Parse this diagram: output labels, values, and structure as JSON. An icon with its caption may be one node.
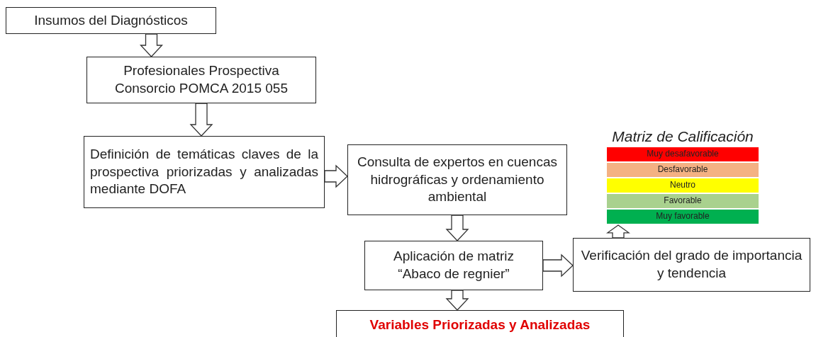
{
  "diagram": {
    "nodes": [
      {
        "text": [
          "Insumos del Diagnósticos"
        ]
      },
      {
        "text": [
          "Profesionales Prospectiva Consorcio POMCA 2015 055"
        ]
      },
      {
        "text": [
          "Definición de temáticas claves de la prospectiva priorizadas y analizadas mediante DOFA"
        ]
      },
      {
        "text": [
          "Consulta de expertos en cuencas hidrográficas y ordenamiento ambiental"
        ]
      },
      {
        "text": [
          "Aplicación de matriz “Abaco de regnier”"
        ]
      },
      {
        "text": [
          "Verificación del grado de importancia y tendencia"
        ]
      },
      {
        "text": [
          "Matriz de Calificación"
        ]
      },
      {
        "text": [
          "Muy desafavorable"
        ],
        "in": 6
      },
      {
        "text": [
          "Desfavorable"
        ],
        "in": 6
      },
      {
        "text": [
          "Neutro"
        ],
        "in": 6
      },
      {
        "text": [
          "Favorable"
        ],
        "in": 6
      },
      {
        "text": [
          "Muy favorable"
        ],
        "in": 6
      },
      {
        "text": [
          "Variables Priorizadas y Analizadas"
        ]
      }
    ],
    "edges": [
      {
        "from": 0,
        "to": 1,
        "arrow": "to"
      },
      {
        "from": 1,
        "to": 2,
        "arrow": "to"
      },
      {
        "from": 2,
        "to": 3,
        "arrow": "to"
      },
      {
        "from": 3,
        "to": 4,
        "arrow": "to"
      },
      {
        "from": 4,
        "to": 5,
        "arrow": "to"
      },
      {
        "from": 5,
        "to": 6,
        "arrow": "to"
      },
      {
        "from": 4,
        "to": 12,
        "arrow": "to"
      }
    ]
  }
}
